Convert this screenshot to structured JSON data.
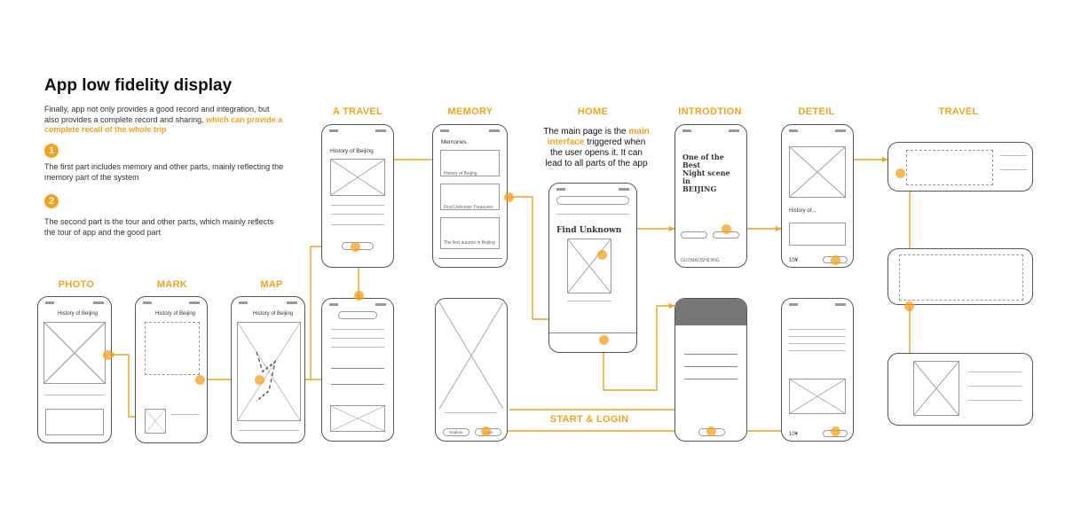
{
  "title": "App low fidelity display",
  "intro": {
    "p1_plain": "Finally, app not only provides a good record and integration, but also provides a complete record and sharing, ",
    "p1_highlight": "which can provide a complete recall of the whole trip",
    "n1": "1",
    "p2": "The first part includes memory and other parts, mainly reflecting the memory part of the system",
    "n2": "2",
    "p3": "The second part is the tour and other parts, which mainly reflects the tour of app and the good part"
  },
  "labels": {
    "a_travel": "A TRAVEL",
    "memory": "MEMORY",
    "home": "HOME",
    "introdtion": "INTRODTION",
    "deteil": "DETEIL",
    "travel": "TRAVEL",
    "photo": "PHOTO",
    "mark": "MARK",
    "map": "MAP",
    "start_login": "START & LOGIN"
  },
  "home_note": {
    "before": "The main page is the ",
    "highlight": "main interface",
    "after": " triggered when the user opens it. It can lead to all parts of the app"
  },
  "screens": {
    "a_travel_title": "History of Beijing",
    "memory_title": "Memories",
    "memory_item1": "History of Beijing",
    "memory_item2": "Find Unknown Treasures",
    "memory_item3": "The first autumn in Beijing",
    "home_heading": "Find Unknown",
    "intro_big1": "One of the",
    "intro_big2": "Best",
    "intro_big3": "Night scene",
    "intro_big4": "in",
    "intro_big5": "BEIJING",
    "intro_label": "GUOMAOSHIDING",
    "detail_title": "History of...",
    "detail_num": "10¥",
    "detail_num2": "10¥",
    "photo_title": "History of Beijing",
    "mark_title": "History of Beijing",
    "map_title": "History of Beijing",
    "start_btn1": "Explore",
    "start_btn2": "Login"
  },
  "colors": {
    "accent": "#f5a21b",
    "wire": "#555555"
  }
}
